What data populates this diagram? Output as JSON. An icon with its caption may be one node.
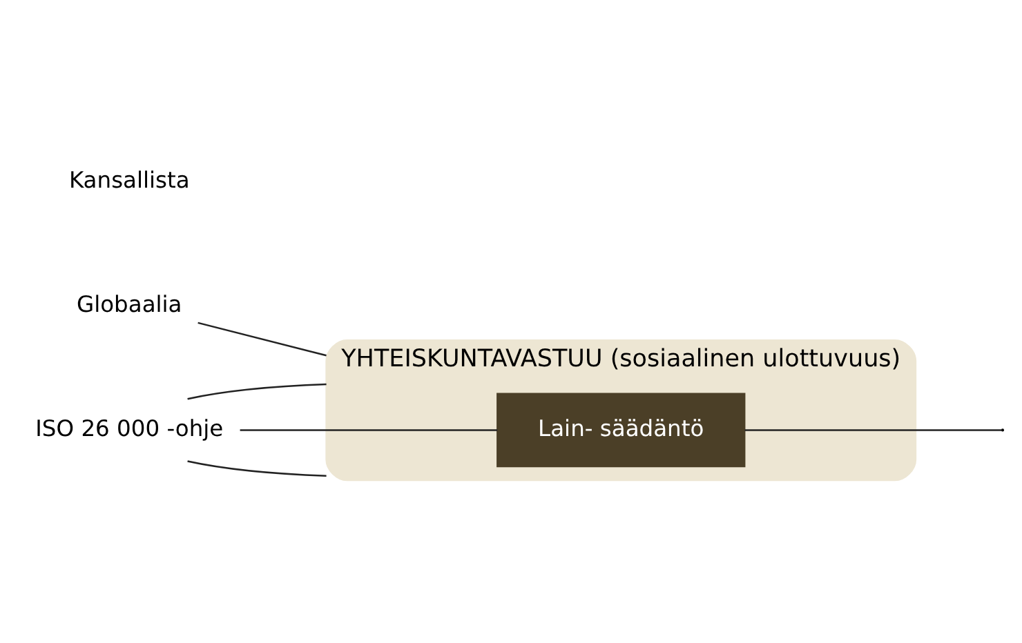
{
  "diagram": {
    "nodes": [
      {
        "text": [
          "YHTEISKUNTAVASTUU (sosiaalinen ulottuvuus)"
        ]
      },
      {
        "text": [
          "Lain- säädäntö"
        ],
        "in": 0
      },
      {
        "text": [
          "Globaalia"
        ]
      },
      {
        "text": [
          "ISO 26 000 -ohje"
        ]
      }
    ],
    "edges": [
      {
        "from": 2,
        "to": 0,
        "arrow": "none"
      },
      {
        "from": 3,
        "to": 0,
        "arrow": "none"
      },
      {
        "from": 3,
        "to": 1,
        "arrow": "none"
      },
      {
        "from": 3,
        "to": 0,
        "arrow": "none"
      },
      {
        "from": 1,
        "to": null,
        "arrow": "none"
      }
    ],
    "labels": [
      "Kansallista"
    ]
  }
}
